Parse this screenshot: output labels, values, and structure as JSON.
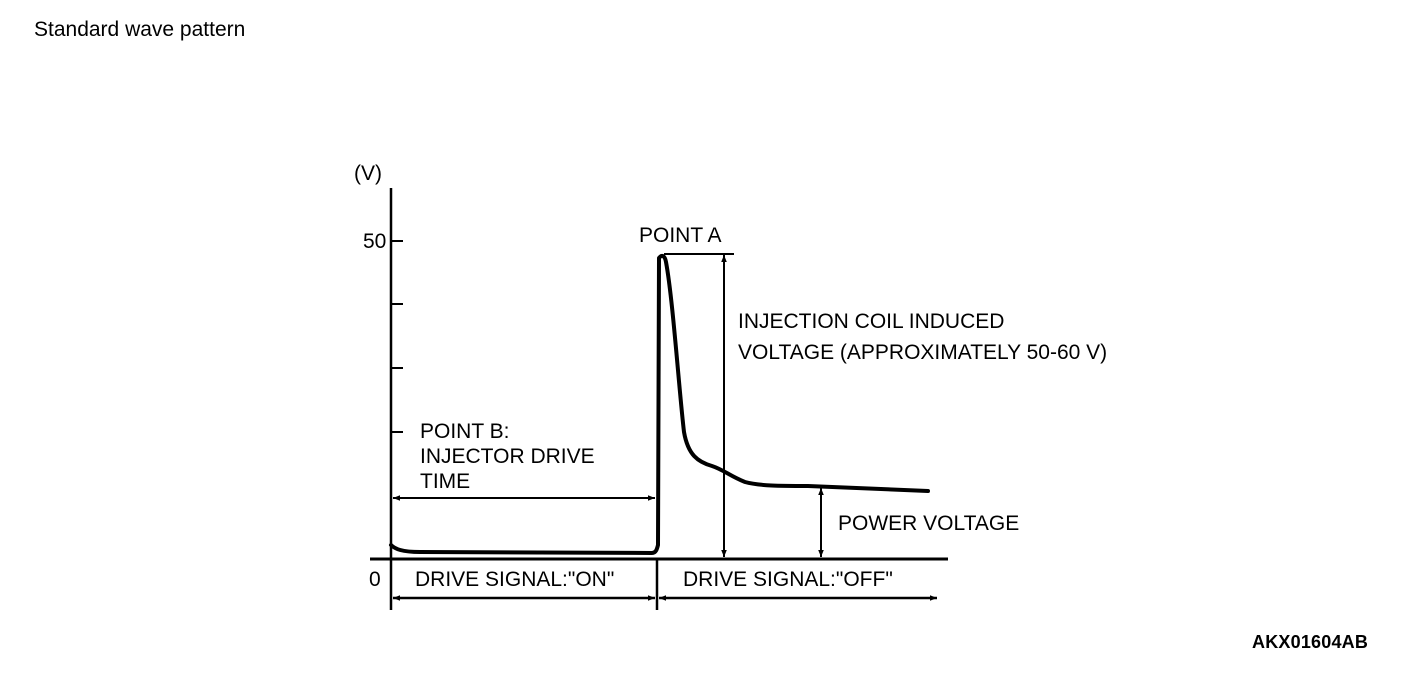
{
  "title": "Standard wave pattern",
  "figure_code": "AKX01604AB",
  "diagram": {
    "y_unit": "(V)",
    "y_max_label": "50",
    "y_zero_label": "0",
    "point_a_label": "POINT A",
    "induced_voltage_lines": [
      "INJECTION COIL INDUCED",
      "VOLTAGE (APPROXIMATELY 50-60 V)"
    ],
    "point_b_lines": [
      "POINT B:",
      "INJECTOR DRIVE",
      "TIME"
    ],
    "power_voltage_label": "POWER VOLTAGE",
    "drive_on_label": "DRIVE SIGNAL:\"ON\"",
    "drive_off_label": "DRIVE SIGNAL:\"OFF\""
  }
}
